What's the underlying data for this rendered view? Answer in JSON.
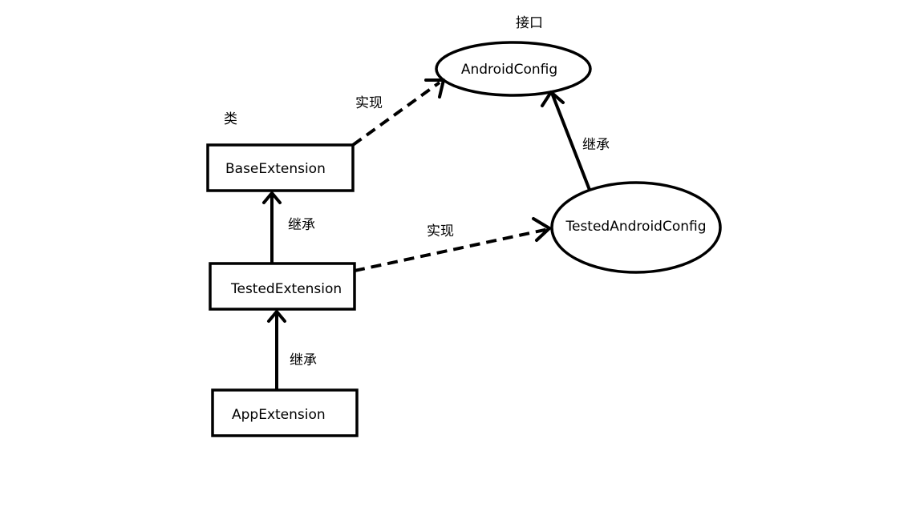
{
  "diagram": {
    "category_labels": {
      "interface": "接口",
      "class": "类"
    },
    "nodes": {
      "android_config": "AndroidConfig",
      "tested_android_config": "TestedAndroidConfig",
      "base_extension": "BaseExtension",
      "tested_extension": "TestedExtension",
      "app_extension": "AppExtension"
    },
    "edge_labels": {
      "base_implements": "实现",
      "tested_implements": "实现",
      "config_inherits": "继承",
      "tested_inherits": "继承",
      "app_inherits": "继承"
    },
    "colors": {
      "stroke": "#000000",
      "background": "#ffffff"
    }
  }
}
